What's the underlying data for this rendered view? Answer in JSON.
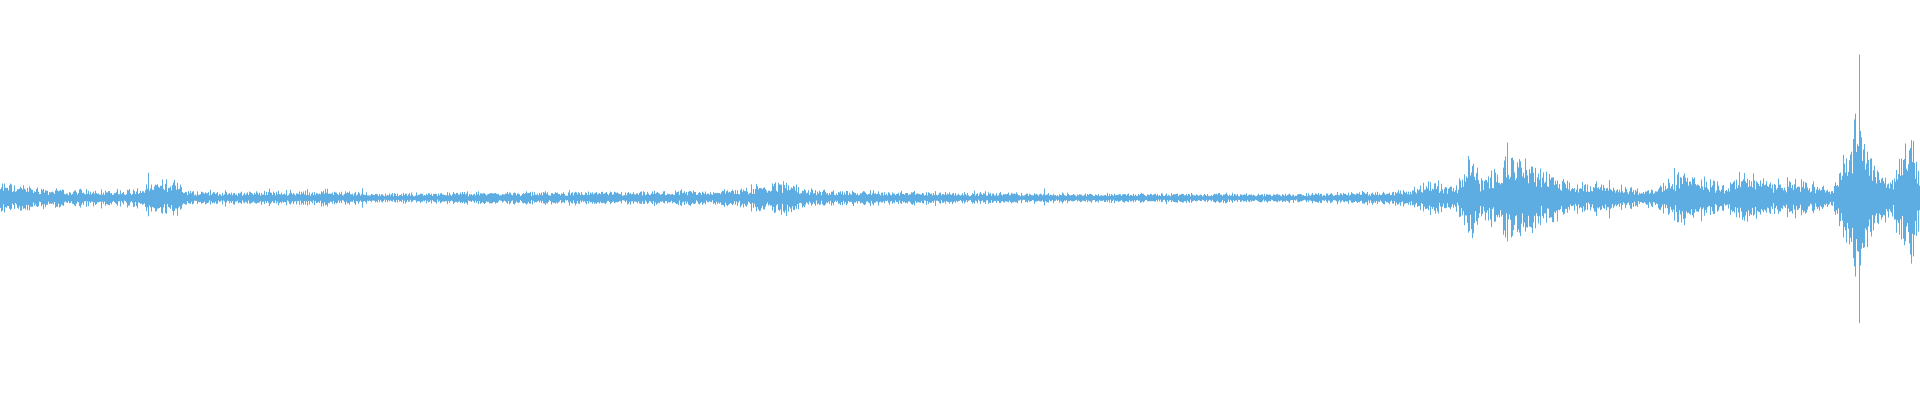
{
  "waveform": {
    "color": "#5dade2",
    "background": "#ffffff",
    "amplitude_envelope": [
      {
        "t": 0.0,
        "a": 0.1
      },
      {
        "t": 0.02,
        "a": 0.07
      },
      {
        "t": 0.035,
        "a": 0.05
      },
      {
        "t": 0.07,
        "a": 0.06
      },
      {
        "t": 0.093,
        "a": 0.13
      },
      {
        "t": 0.096,
        "a": 0.05
      },
      {
        "t": 0.115,
        "a": 0.04
      },
      {
        "t": 0.17,
        "a": 0.05
      },
      {
        "t": 0.2,
        "a": 0.03
      },
      {
        "t": 0.26,
        "a": 0.04
      },
      {
        "t": 0.33,
        "a": 0.04
      },
      {
        "t": 0.38,
        "a": 0.05
      },
      {
        "t": 0.4,
        "a": 0.09
      },
      {
        "t": 0.412,
        "a": 0.11
      },
      {
        "t": 0.42,
        "a": 0.05
      },
      {
        "t": 0.49,
        "a": 0.04
      },
      {
        "t": 0.56,
        "a": 0.03
      },
      {
        "t": 0.62,
        "a": 0.03
      },
      {
        "t": 0.68,
        "a": 0.03
      },
      {
        "t": 0.735,
        "a": 0.05
      },
      {
        "t": 0.74,
        "a": 0.1
      },
      {
        "t": 0.76,
        "a": 0.08
      },
      {
        "t": 0.766,
        "a": 0.3
      },
      {
        "t": 0.772,
        "a": 0.12
      },
      {
        "t": 0.79,
        "a": 0.3
      },
      {
        "t": 0.8,
        "a": 0.18
      },
      {
        "t": 0.82,
        "a": 0.1
      },
      {
        "t": 0.86,
        "a": 0.06
      },
      {
        "t": 0.878,
        "a": 0.18
      },
      {
        "t": 0.9,
        "a": 0.09
      },
      {
        "t": 0.91,
        "a": 0.2
      },
      {
        "t": 0.92,
        "a": 0.1
      },
      {
        "t": 0.935,
        "a": 0.13
      },
      {
        "t": 0.955,
        "a": 0.06
      },
      {
        "t": 0.967,
        "a": 0.55
      },
      {
        "t": 0.972,
        "a": 0.28
      },
      {
        "t": 0.985,
        "a": 0.1
      },
      {
        "t": 0.995,
        "a": 0.42
      },
      {
        "t": 1.0,
        "a": 0.2
      }
    ]
  }
}
